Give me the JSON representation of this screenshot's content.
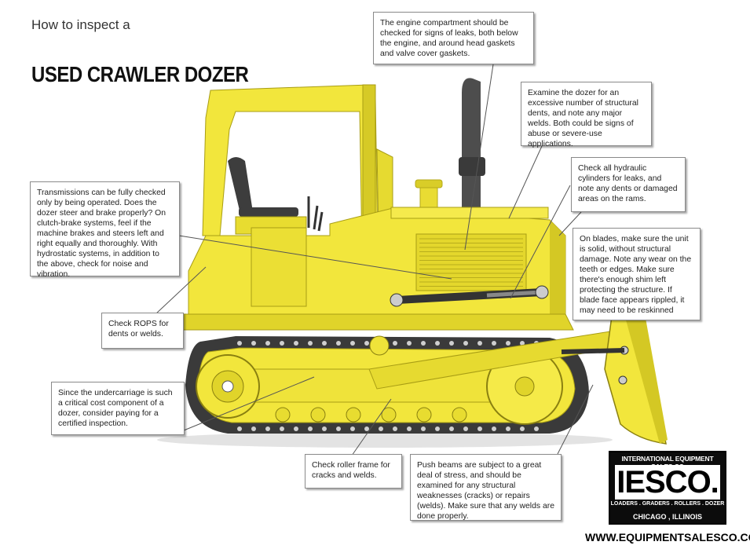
{
  "heading": {
    "pre_title": "How to inspect a",
    "title": "USED CRAWLER DOZER"
  },
  "callouts": {
    "engine": "The engine compartment should be checked for signs of leaks, both below the engine, and around head gaskets and valve cover gaskets.",
    "dents": "Examine the dozer for an excessive number of structural dents, and note any major welds. Both could be signs of abuse or severe-use applications.",
    "hydraulic": "Check all hydraulic cylinders for leaks, and note any dents or damaged areas on the rams.",
    "blades": "On blades, make sure the unit is solid, without structural damage. Note any wear on the teeth or edges. Make sure there's enough shim left protecting the structure. If blade face appears rippled, it may need to be reskinned",
    "transmission": "Transmissions can be fully checked only by being operated. Does the dozer steer and brake properly? On clutch-brake systems, feel if the machine brakes and steers left and right equally and thoroughly. With hydrostatic systems, in addition to the above, check for noise and vibration.",
    "rops": "Check ROPS for dents or welds.",
    "undercarriage": "Since the undercarriage is such a critical cost component of a dozer, consider paying for a certified inspection.",
    "roller_frame": "Check roller frame for cracks and welds.",
    "push_beams": "Push beams are subject to a great deal of stress, and should be examined for any structural weaknesses (cracks) or repairs (welds). Make sure that any welds are done properly."
  },
  "logo": {
    "company": "INTERNATIONAL EQUIPMENT SALES CO",
    "name": "IESCO.",
    "tagline": "LOADERS . GRADERS . ROLLERS . DOZER",
    "city": "CHICAGO , ILLINOIS"
  },
  "website": "WWW.EQUIPMENTSALESCO.COM",
  "colors": {
    "body_yellow": "#f2e63c",
    "shadow_yellow": "#c9bd1e",
    "track_dark": "#3a3a3a",
    "leader_line": "#555555"
  }
}
